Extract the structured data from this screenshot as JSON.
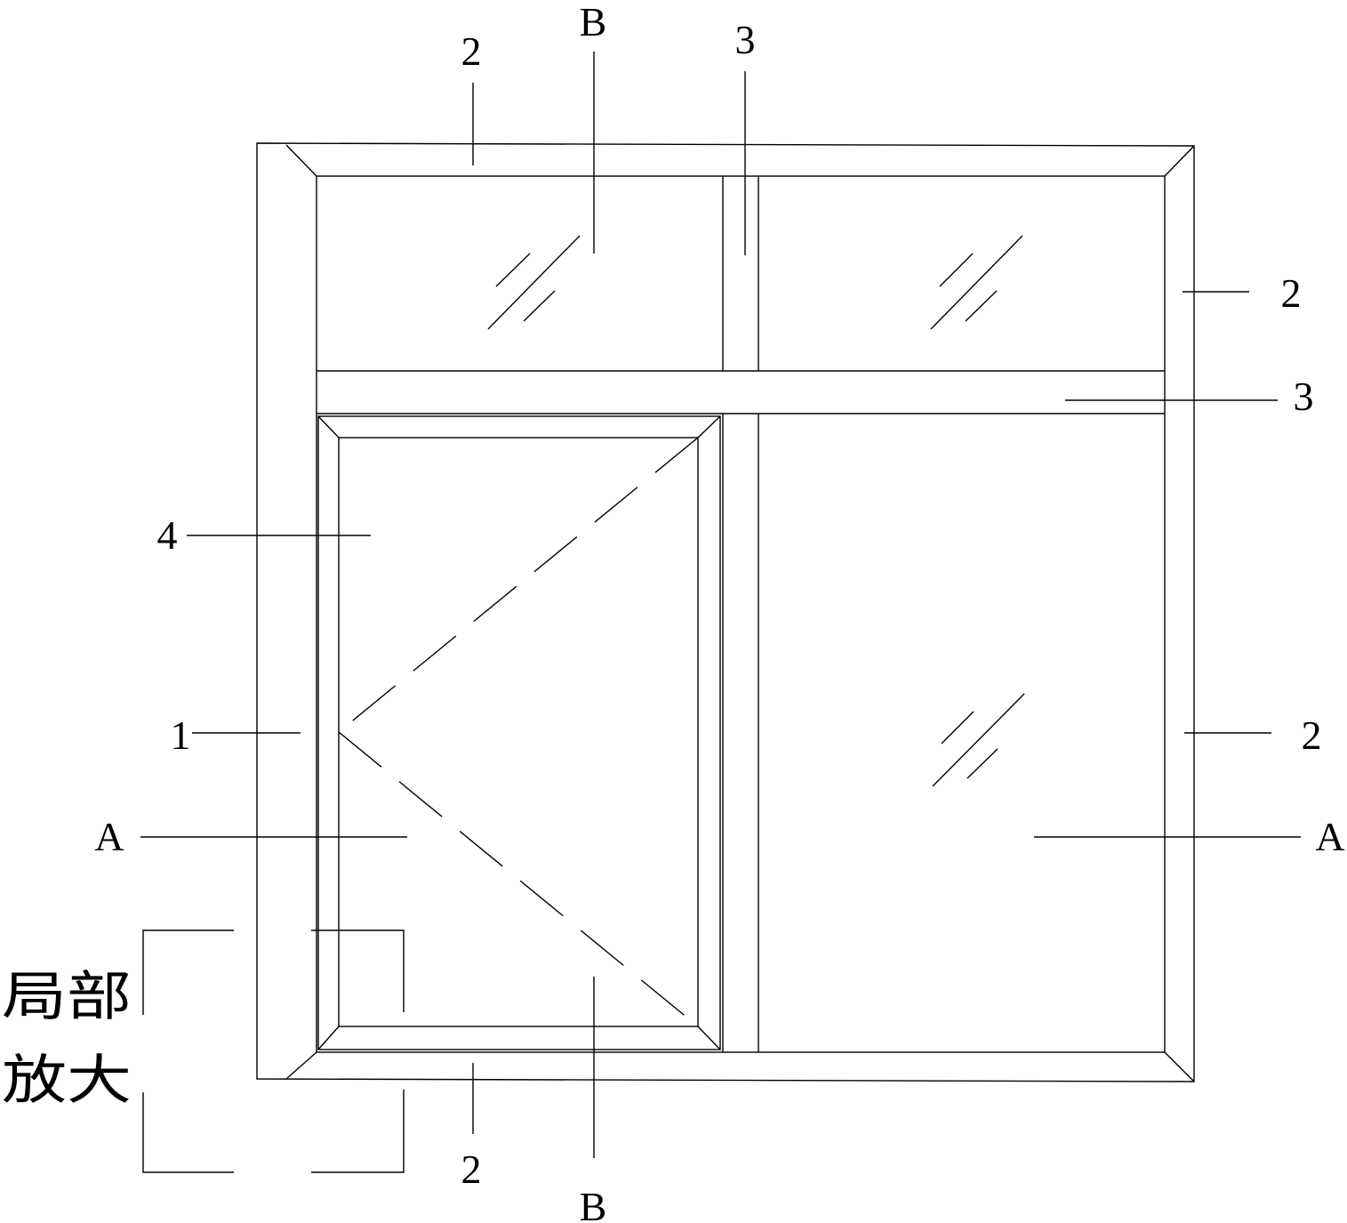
{
  "labels": {
    "frame": "1",
    "profile": "2",
    "mullion": "3",
    "sash": "4",
    "section_a": "A",
    "section_b": "B"
  },
  "callout": {
    "line1": "局部",
    "line2": "放大"
  }
}
